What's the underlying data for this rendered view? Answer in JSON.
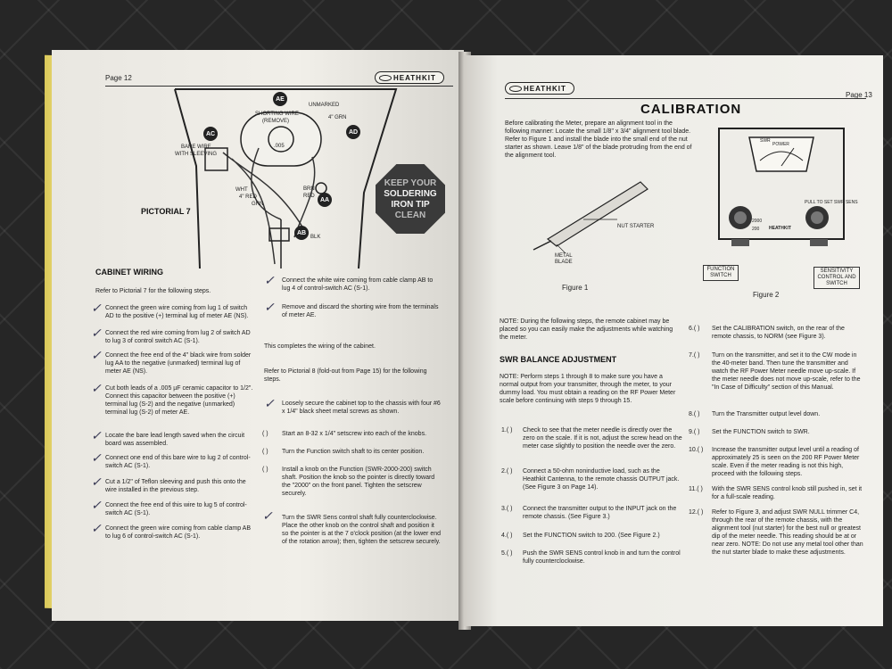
{
  "left_page": {
    "page_number": "Page 12",
    "logo": "HEATHKIT",
    "pictorial_label": "PICTORIAL 7",
    "diagram_labels": {
      "ae": "AE",
      "ac": "AC",
      "ad": "AD",
      "aa": "AA",
      "ab": "AB",
      "unmarked": "UNMARKED",
      "shorting_wire": "SHORTING WIRE",
      "remove": "(REMOVE)",
      "grn_4": "4\" GRN",
      "bare_wire": "BARE WIRE",
      "with_sleeving": "WITH SLEEVING",
      "cap": ".005",
      "wht": "WHT",
      "red_4": "4\" RED",
      "grn": "GRN",
      "brn": "BRN",
      "red": "RED",
      "blk": "BLK"
    },
    "badge": [
      "KEEP YOUR",
      "SOLDERING",
      "IRON TIP",
      "CLEAN"
    ],
    "heading": "CABINET WIRING",
    "intro": "Refer to Pictorial 7 for the following steps.",
    "col1_steps": [
      "Connect the green wire coming from lug 1 of switch AD to the positive (+) terminal lug of meter AE (NS).",
      "Connect the red wire coming from lug 2 of switch AD to lug 3 of control switch AC (S-1).",
      "Connect the free end of the 4\" black wire from solder lug AA to the negative (unmarked) terminal lug of meter AE (NS).",
      "Cut both leads of a .005 µF ceramic capacitor to 1/2\". Connect this capacitor between the positive (+) terminal lug (S-2) and the negative (unmarked) terminal lug (S-2) of meter AE.",
      "Locate the bare lead length saved when the circuit board was assembled.",
      "Connect one end of this bare wire to lug 2 of control-switch AC (S-1).",
      "Cut a 1/2\" of Teflon sleeving and push this onto the wire installed in the previous step.",
      "Connect the free end of this wire to lug 5 of control-switch AC (S-1).",
      "Connect the green wire coming from cable clamp AB to lug 6 of control-switch AC (S-1)."
    ],
    "col2_steps_a": [
      "Connect the white wire coming from cable clamp AB to lug 4 of control-switch AC (S-1).",
      "Remove and discard the shorting wire from the terminals of meter AE."
    ],
    "completes": "This completes the wiring of the cabinet.",
    "refer8": "Refer to Pictorial 8 (fold-out from Page 15) for the following steps.",
    "col2_steps_b": [
      "Loosely secure the cabinet top to the chassis with four #6 x 1/4\" black sheet metal screws as shown.",
      "Start an 8-32 x 1/4\" setscrew into each of the knobs.",
      "Turn the Function switch shaft to its center position.",
      "Install a knob on the Function (SWR-2000-200) switch shaft. Position the knob so the pointer is directly toward the \"2000\" on the front panel. Tighten the setscrew securely.",
      "Turn the SWR Sens control shaft fully counterclockwise. Place the other knob on the control shaft and position it so the pointer is at the 7 o'clock position (at the lower end of the rotation arrow); then, tighten the setscrew securely."
    ],
    "check_mark": "✓",
    "paren": "(  )"
  },
  "right_page": {
    "logo": "HEATHKIT",
    "page_number": "Page 13",
    "title": "CALIBRATION",
    "intro": "Before calibrating the Meter, prepare an alignment tool in the following manner: Locate the small 1/8\" x 3/4\" alignment tool blade. Refer to Figure 1 and install the blade into the small end of the nut starter as shown. Leave 1/8\" of the blade protruding from the end of the alignment tool.",
    "fig1_labels": {
      "nut_starter": "NUT STARTER",
      "metal": "METAL",
      "blade": "BLADE"
    },
    "fig1_caption": "Figure 1",
    "fig2_labels": {
      "function_switch": "FUNCTION SWITCH",
      "sensitivity": "SENSITIVITY CONTROL AND SWITCH",
      "pull_to_set": "PULL TO SET SWR SENS",
      "heathkit": "HEATHKIT",
      "swr": "SWR",
      "fwd": "2000",
      "low": "200",
      "power": "POWER"
    },
    "fig2_caption": "Figure 2",
    "note1": "NOTE: During the following steps, the remote cabinet may be placed so you can easily make the adjustments while watching the meter.",
    "heading_swr": "SWR BALANCE ADJUSTMENT",
    "note2": "NOTE: Perform steps 1 through 8 to make sure you have a normal output from your transmitter, through the meter, to your dummy load. You must obtain a reading on the RF Power Meter scale before continuing with steps 9 through 15.",
    "steps_left": [
      {
        "n": "1.( )",
        "t": "Check to see that the meter needle is directly over the zero on the scale. If it is not, adjust the screw head on the meter case slightly to position the needle over the zero."
      },
      {
        "n": "2.( )",
        "t": "Connect a 50-ohm noninductive load, such as the Heathkit Cantenna, to the remote chassis OUTPUT jack. (See Figure 3 on Page 14)."
      },
      {
        "n": "3.( )",
        "t": "Connect the transmitter output to the INPUT jack on the remote chassis. (See Figure 3.)"
      },
      {
        "n": "4.( )",
        "t": "Set the FUNCTION switch to 200. (See Figure 2.)"
      },
      {
        "n": "5.( )",
        "t": "Push the SWR SENS control knob in and turn the control fully counterclockwise."
      }
    ],
    "steps_right": [
      {
        "n": "6.( )",
        "t": "Set the CALIBRATION switch, on the rear of the remote chassis, to NORM (see Figure 3)."
      },
      {
        "n": "7.( )",
        "t": "Turn on the transmitter, and set it to the CW mode in the 40-meter band. Then tune the transmitter and watch the RF Power Meter needle move up-scale. If the meter needle does not move up-scale, refer to the \"In Case of Difficulty\" section of this Manual."
      },
      {
        "n": "8.( )",
        "t": "Turn the Transmitter output level down."
      },
      {
        "n": "9.( )",
        "t": "Set the FUNCTION switch to SWR."
      },
      {
        "n": "10.( )",
        "t": "Increase the transmitter output level until a reading of approximately 25 is seen on the 200 RF Power Meter scale. Even if the meter reading is not this high, proceed with the following steps."
      },
      {
        "n": "11.( )",
        "t": "With the SWR SENS control knob still pushed in, set it for a full-scale reading."
      },
      {
        "n": "12.( )",
        "t": "Refer to Figure 3, and adjust SWR NULL trimmer C4, through the rear of the remote chassis, with the alignment tool (nut starter) for the best null or greatest dip of the meter needle. This reading should be at or near zero. NOTE: Do not use any metal tool other than the nut starter blade to make these adjustments."
      }
    ]
  }
}
